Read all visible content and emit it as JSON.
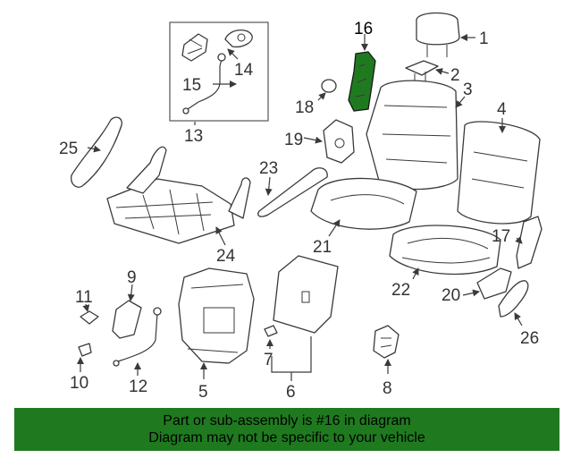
{
  "colors": {
    "highlight_part": "#1f7a1f",
    "banner_background": "#1f7a1f",
    "banner_text": "#000000"
  },
  "labels": {
    "c1": "1",
    "c2": "2",
    "c3": "3",
    "c4": "4",
    "c5": "5",
    "c6": "6",
    "c7": "7",
    "c8": "8",
    "c9": "9",
    "c10": "10",
    "c11": "11",
    "c12": "12",
    "c13": "13",
    "c14": "14",
    "c15": "15",
    "c16": "16",
    "c17": "17",
    "c18": "18",
    "c19": "19",
    "c20": "20",
    "c21": "21",
    "c22": "22",
    "c23": "23",
    "c24": "24",
    "c25": "25",
    "c26": "26"
  },
  "highlighted_callout": "16",
  "banner": {
    "line1": "Part or sub-assembly is #16 in diagram",
    "line2": "Diagram may not be specific to your vehicle"
  }
}
